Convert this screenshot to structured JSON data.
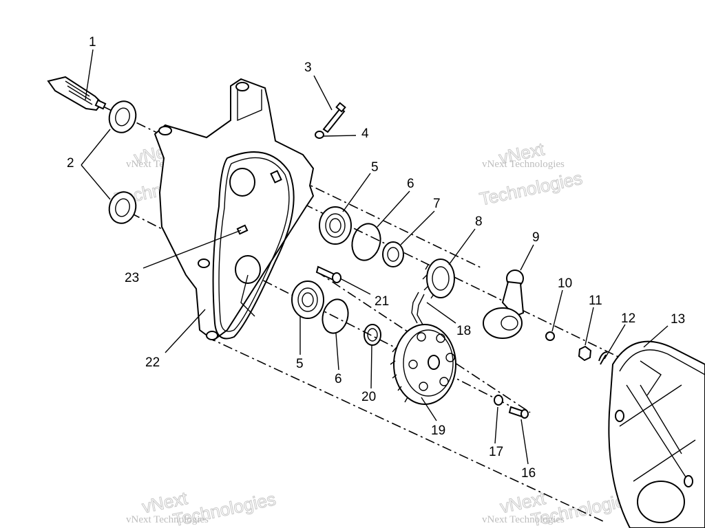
{
  "callouts": {
    "c1": "1",
    "c2": "2",
    "c3": "3",
    "c4": "4",
    "c5a": "5",
    "c5b": "5",
    "c6a": "6",
    "c6b": "6",
    "c7": "7",
    "c8": "8",
    "c9": "9",
    "c10": "10",
    "c11": "11",
    "c12": "12",
    "c13": "13",
    "c16": "16",
    "c17": "17",
    "c18": "18",
    "c19": "19",
    "c20": "20",
    "c21": "21",
    "c22": "22",
    "c23": "23"
  },
  "watermark": {
    "line1": "vNext Technologies",
    "brand_top": "vNext",
    "brand_bottom": "Technologies"
  }
}
